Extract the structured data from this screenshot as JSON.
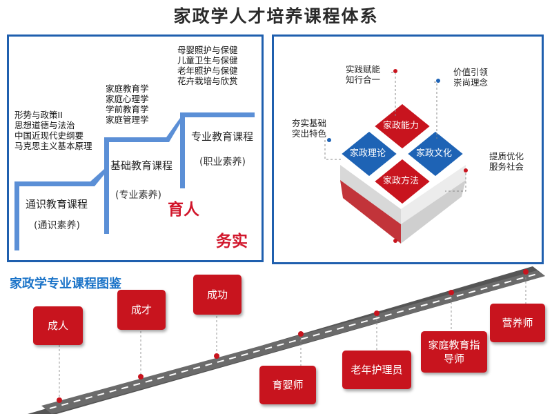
{
  "title": "家政学人才培养课程体系",
  "left_panel": {
    "general": {
      "subjects": [
        "形势与政策II",
        "思想道德与法治",
        "中国近现代史纲要",
        "马克思主义基本原理"
      ],
      "name": "通识教育课程",
      "sub": "(通识素养)"
    },
    "basic": {
      "subjects": [
        "家庭教育学",
        "家庭心理学",
        "学前教育学",
        "家庭管理学"
      ],
      "name": "基础教育课程",
      "sub": "(专业素养)"
    },
    "professional": {
      "subjects": [
        "母婴照护与保健",
        "儿童卫生与保健",
        "老年照护与保健",
        "花卉栽培与欣赏"
      ],
      "name": "专业教育课程",
      "sub": "(职业素养)"
    },
    "slogan_1": "育人",
    "slogan_2": "务实"
  },
  "right_panel": {
    "diamonds": [
      "家政能力",
      "家政理论",
      "家政文化",
      "家政方法"
    ],
    "annotations": {
      "top": [
        "实践赋能",
        "知行合一"
      ],
      "top_right": [
        "价值引领",
        "崇尚理念"
      ],
      "left": [
        "夯实基础",
        "突出特色"
      ],
      "right": [
        "提质优化",
        "服务社会"
      ]
    },
    "colors": {
      "red": "#c8141e",
      "blue": "#1e63b5"
    }
  },
  "roadmap": {
    "title": "家政学专业课程图鉴",
    "careers": [
      "成人",
      "成才",
      "成功",
      "育婴师",
      "老年护理员",
      "家庭教育指导师",
      "营养师"
    ]
  }
}
